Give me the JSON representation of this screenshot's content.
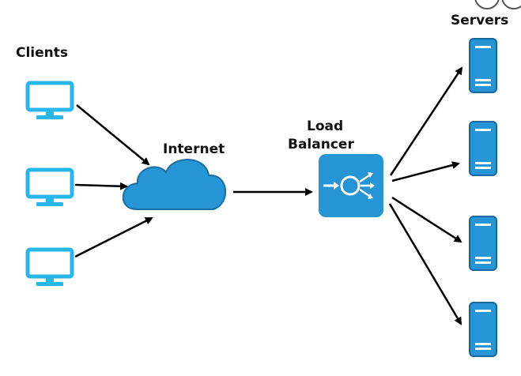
{
  "labels": {
    "clients": "Clients",
    "internet": "Internet",
    "load_balancer_line1": "Load",
    "load_balancer_line2": "Balancer",
    "servers": "Servers"
  },
  "icons": {
    "client": "monitor-icon",
    "network": "cloud-icon",
    "balancer": "load-balancer-icon",
    "server": "server-icon"
  },
  "colors": {
    "monitor": "#29b6e8",
    "cloud": "#2595d6",
    "cloud_outline": "#1a6fa6",
    "balancer": "#2595d6",
    "server": "#2595d6",
    "server_outline": "#17679a",
    "arrow": "#000000",
    "text": "#111111"
  }
}
